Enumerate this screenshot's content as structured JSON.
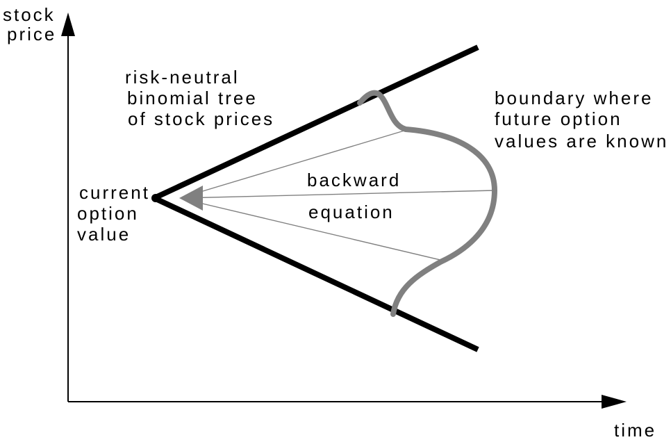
{
  "axes": {
    "y_label_line1": "stock",
    "y_label_line2": "price",
    "x_label": "time"
  },
  "labels": {
    "tree_line1": "risk-neutral",
    "tree_line2": "binomial tree",
    "tree_line3": "of stock prices",
    "current_line1": "current",
    "current_line2": "option",
    "current_line3": "value",
    "backward_line1": "backward",
    "backward_line2": "equation",
    "boundary_line1": "boundary where",
    "boundary_line2": "future option",
    "boundary_line3": "values are known"
  },
  "colors": {
    "tree": "#000000",
    "boundary": "#808080",
    "arrow": "#808080",
    "axis": "#000000"
  }
}
